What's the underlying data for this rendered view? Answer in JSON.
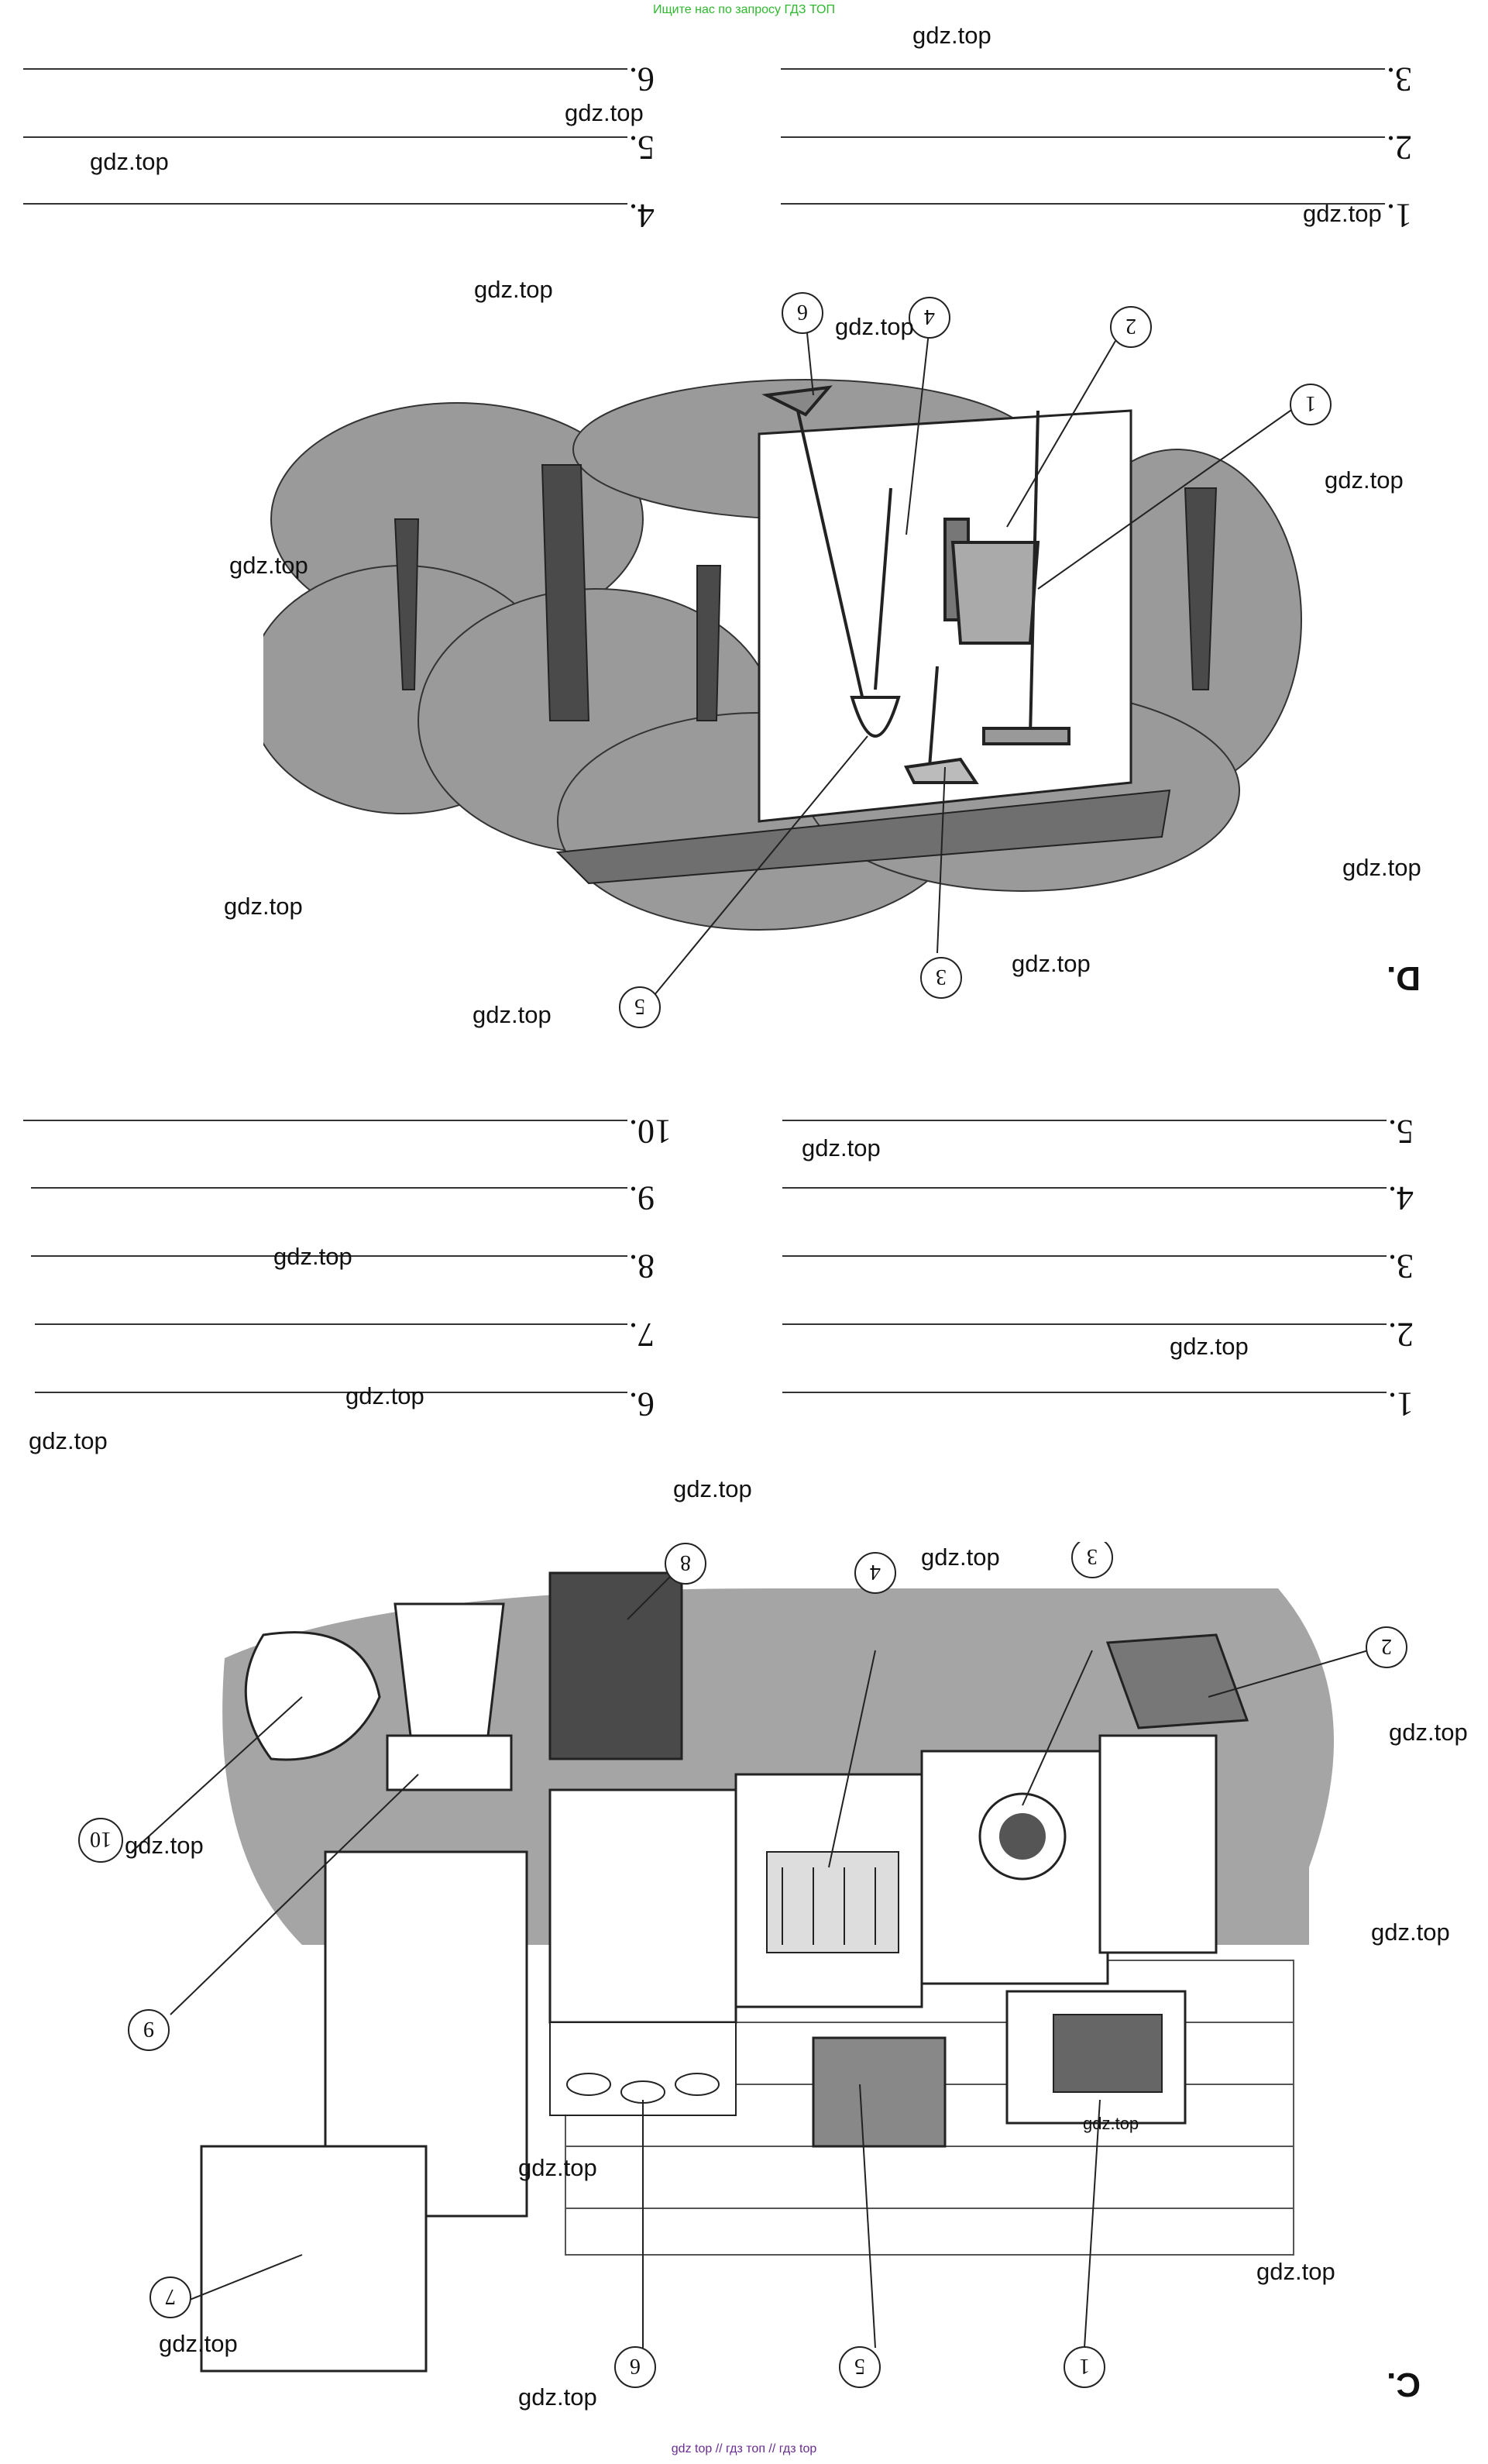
{
  "header": {
    "link_text": "Ищите нас по запросу ГДЗ ТОП"
  },
  "footer": {
    "link_text": "gdz top  //  гдз топ  //  гдз top"
  },
  "watermark": "gdz.top",
  "section_d": {
    "letter": "D.",
    "answer_labels_right": [
      "1.",
      "2.",
      "3."
    ],
    "answer_labels_left": [
      "4.",
      "5.",
      "6."
    ],
    "markers": [
      "1",
      "2",
      "3",
      "4",
      "5",
      "6"
    ]
  },
  "section_c": {
    "letter": "C.",
    "answer_labels_right": [
      "1.",
      "2.",
      "3.",
      "4.",
      "5."
    ],
    "answer_labels_left": [
      "6.",
      "7.",
      "8.",
      "9.",
      "10."
    ],
    "markers": [
      "1",
      "2",
      "3",
      "4",
      "5",
      "6",
      "7",
      "8",
      "9",
      "10"
    ]
  },
  "colors": {
    "header_link": "#2eb82e",
    "footer_link": "#6a2c91",
    "ink": "#111111"
  }
}
